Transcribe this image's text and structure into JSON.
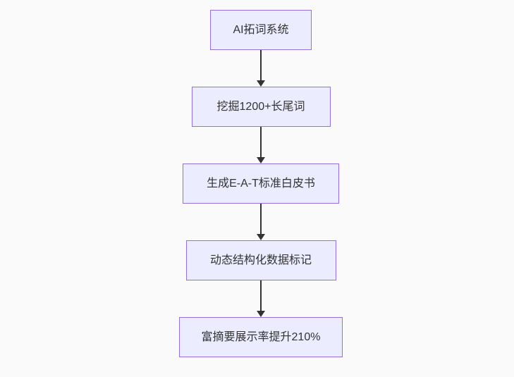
{
  "flowchart": {
    "direction": "top-down",
    "nodes": [
      {
        "label": "AI拓词系统"
      },
      {
        "label": "挖掘1200+长尾词"
      },
      {
        "label": "生成E-A-T标准白皮书"
      },
      {
        "label": "动态结构化数据标记"
      },
      {
        "label": "富摘要展示率提升210%"
      }
    ],
    "edges": [
      {
        "from": 0,
        "to": 1
      },
      {
        "from": 1,
        "to": 2
      },
      {
        "from": 2,
        "to": 3
      },
      {
        "from": 3,
        "to": 4
      }
    ],
    "colors": {
      "node_fill": "#ECECFF",
      "node_border": "#9370DB",
      "arrow": "#333333",
      "text": "#333333",
      "background": "#fafafa"
    }
  }
}
